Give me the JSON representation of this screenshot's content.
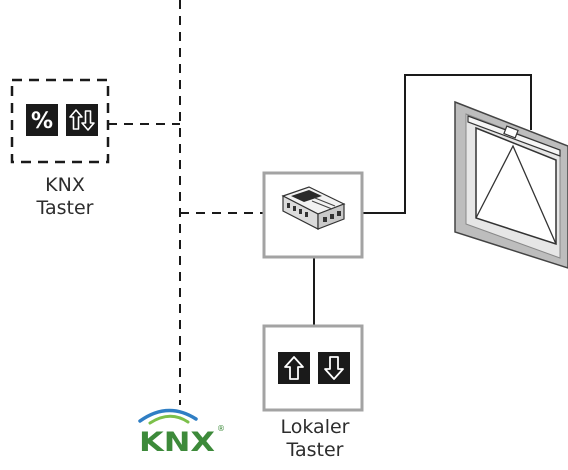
{
  "knx_button": {
    "label_line1": "KNX",
    "label_line2": "Taster",
    "key_percent_symbol": "%",
    "key_updown_icon": "up-down-arrows-icon"
  },
  "local_button": {
    "label_line1": "Lokaler",
    "label_line2": "Taster",
    "key_up_icon": "arrow-up-icon",
    "key_down_icon": "arrow-down-icon"
  },
  "actuator": {
    "icon": "actuator-module-icon"
  },
  "window": {
    "icon": "roof-window-icon"
  },
  "bus": {
    "logo_text": "KNX",
    "logo_mark": "®",
    "logo_colors": {
      "letters": "#3d8a3a",
      "arc_blue": "#2f7ec4",
      "arc_green": "#7cc04a"
    }
  },
  "colors": {
    "box_border": "#a3a3a3",
    "key_fill": "#1a1a1a",
    "key_glyph": "#ffffff",
    "line": "#1a1a1a",
    "window_frame": "#bdbdbd"
  }
}
